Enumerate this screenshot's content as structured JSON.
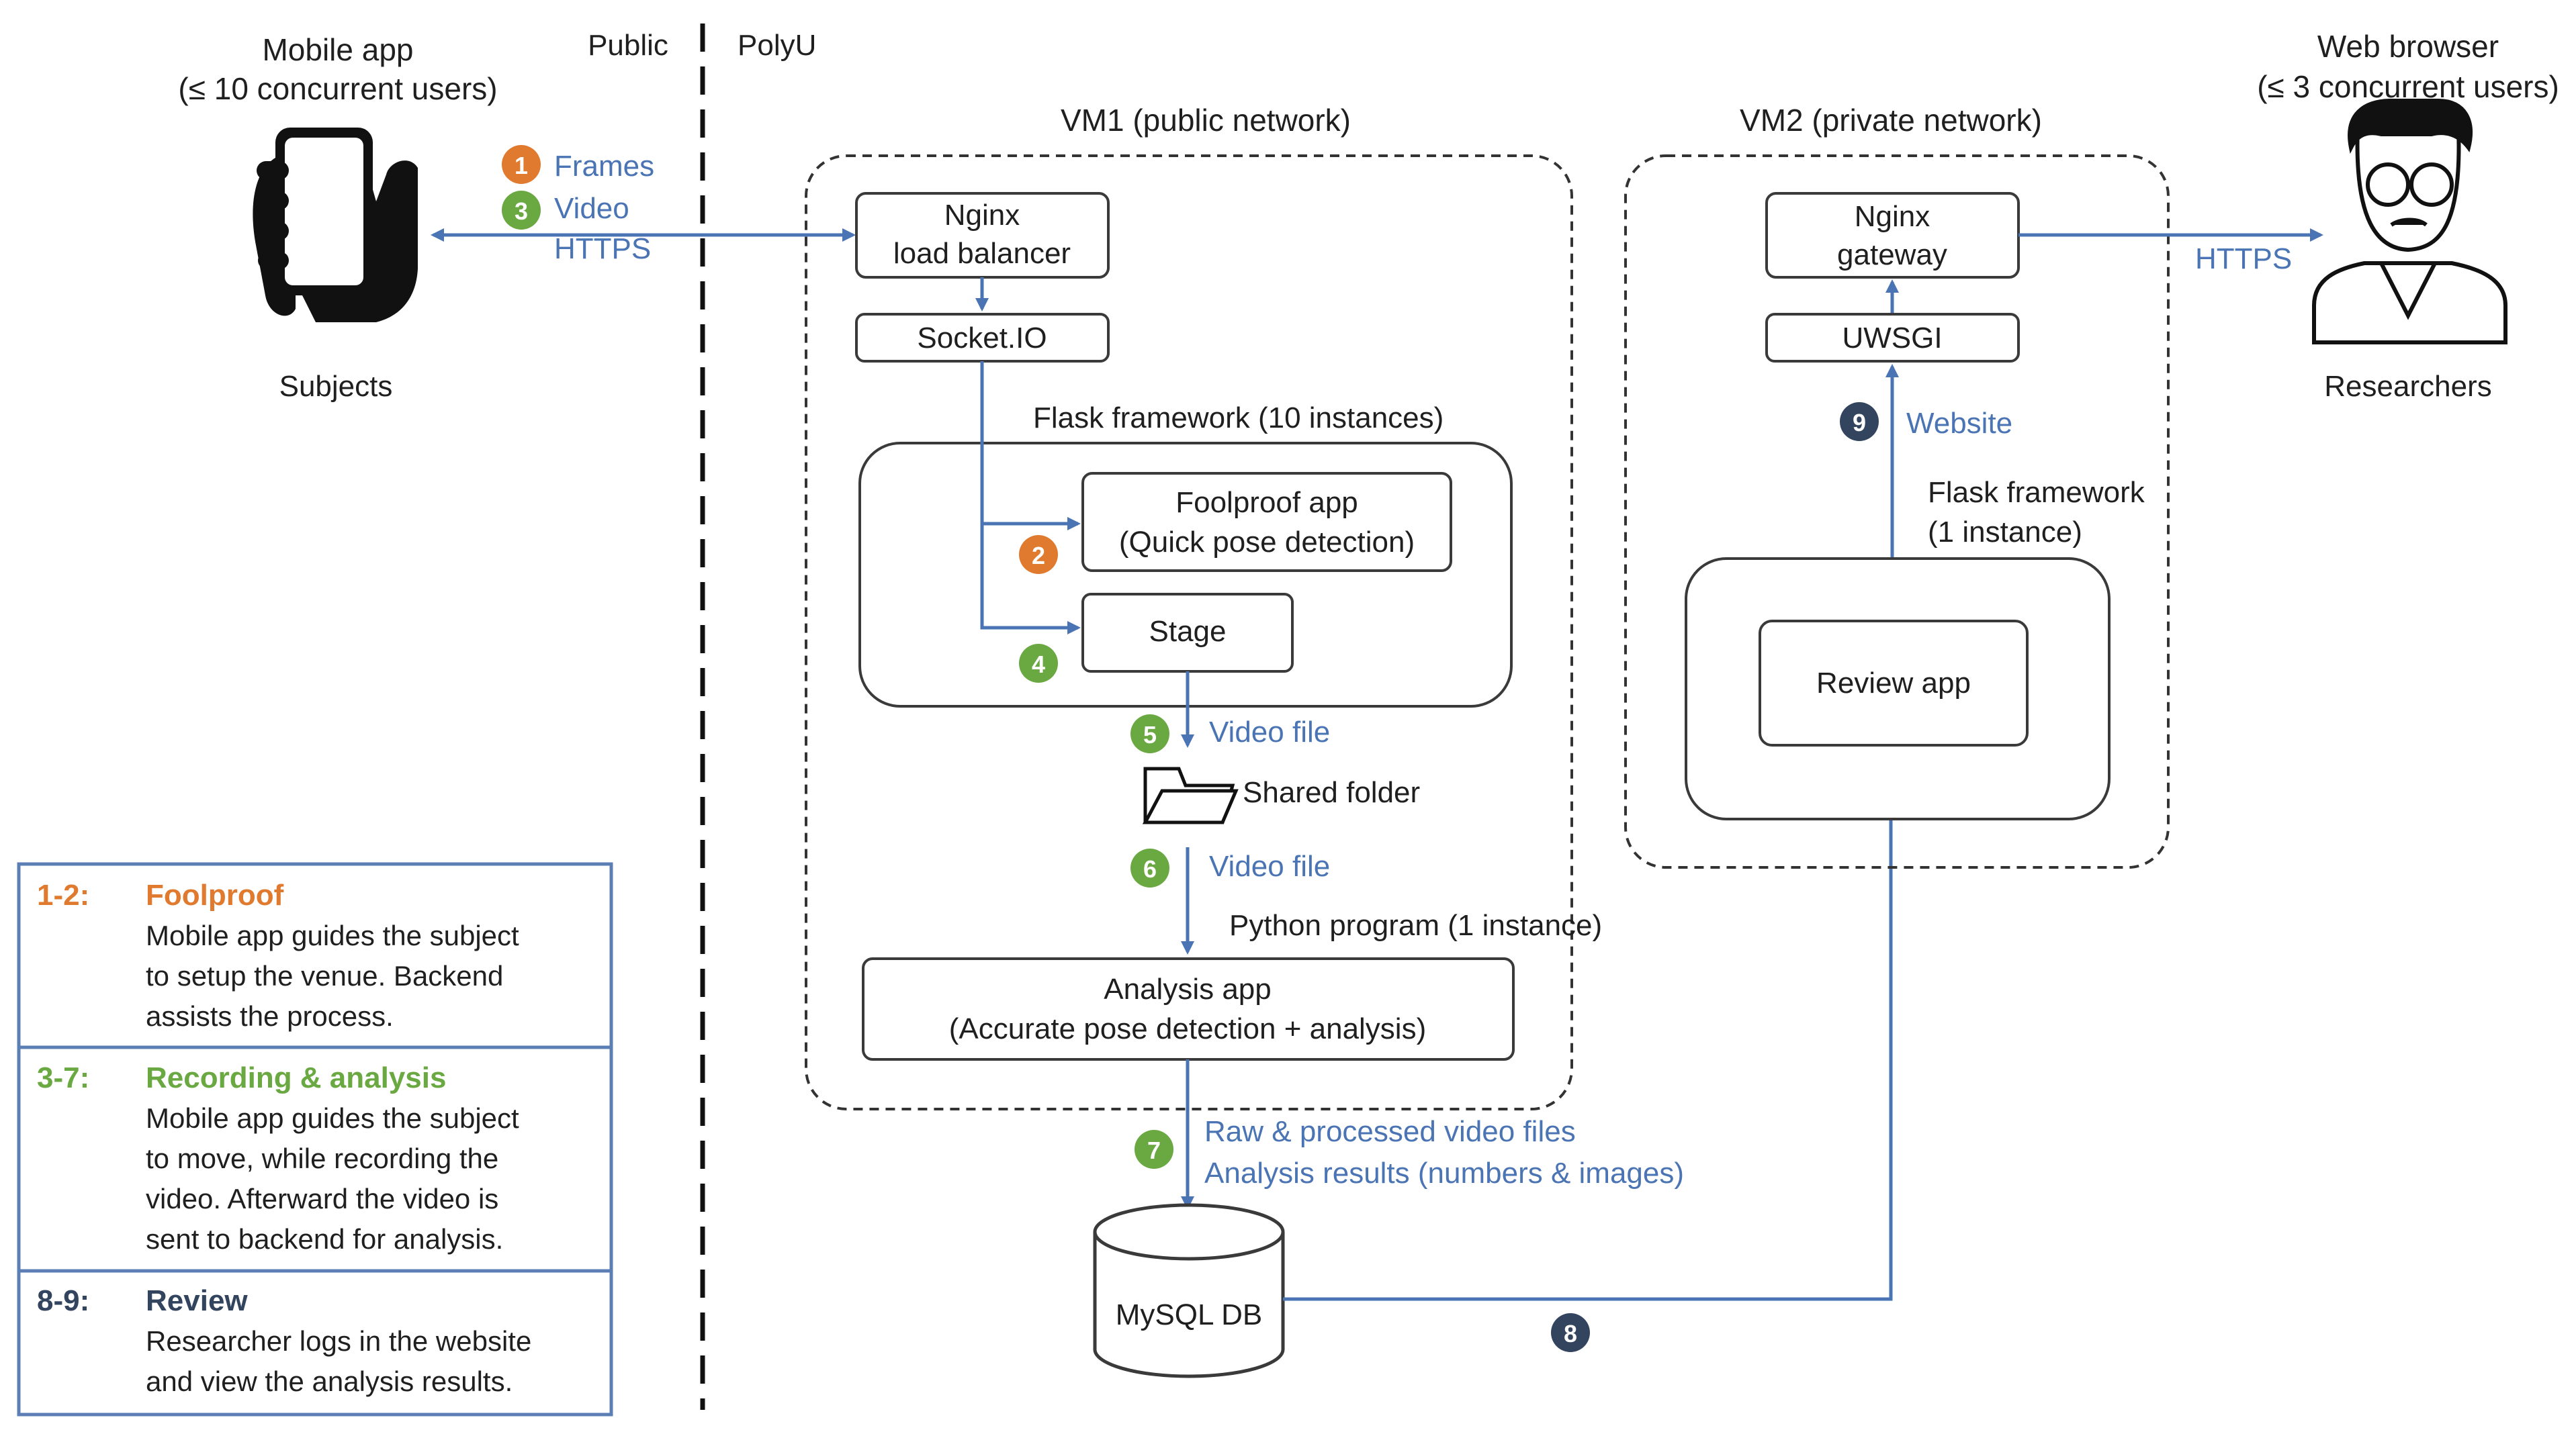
{
  "header": {
    "public_label": "Public",
    "polyu_label": "PolyU"
  },
  "mobile": {
    "title": "Mobile app",
    "subtitle": "(≤ 10 concurrent users)",
    "caption": "Subjects"
  },
  "browser": {
    "title": "Web browser",
    "subtitle": "(≤ 3 concurrent users)",
    "caption": "Researchers"
  },
  "links": {
    "frames": "Frames",
    "video": "Video",
    "https_left": "HTTPS",
    "https_right": "HTTPS",
    "website": "Website",
    "video_file_1": "Video file",
    "video_file_2": "Video file",
    "db_write_1": "Raw & processed video files",
    "db_write_2": "Analysis results (numbers & images)"
  },
  "steps": {
    "s1": "1",
    "s2": "2",
    "s3": "3",
    "s4": "4",
    "s5": "5",
    "s6": "6",
    "s7": "7",
    "s8": "8",
    "s9": "9"
  },
  "vm1": {
    "title": "VM1 (public network)",
    "nginx_1": "Nginx",
    "nginx_2": "load balancer",
    "socketio": "Socket.IO",
    "flask_label": "Flask framework  (10 instances)",
    "foolproof_1": "Foolproof  app",
    "foolproof_2": "(Quick pose detection)",
    "stage": "Stage",
    "shared_folder": "Shared folder",
    "python_label": "Python  program  (1 instance)",
    "analysis_1": "Analysis app",
    "analysis_2": "(Accurate pose detection + analysis)"
  },
  "vm2": {
    "title": "VM2 (private network)",
    "nginx_1": "Nginx",
    "nginx_2": "gateway",
    "uwsgi": "UWSGI",
    "flask_label_1": "Flask framework",
    "flask_label_2": "(1 instance)",
    "review": "Review app"
  },
  "db": {
    "label": "MySQL DB"
  },
  "legend": {
    "r1_range": "1-2:",
    "r1_title": "Foolproof",
    "r1_l1": "Mobile app guides the subject",
    "r1_l2": "to setup the venue.  Backend",
    "r1_l3": "assists the process.",
    "r2_range": "3-7:",
    "r2_title": "Recording & analysis",
    "r2_l1": "Mobile app guides the subject",
    "r2_l2": "to move,  while recording the",
    "r2_l3": "video.  Afterward  the video is",
    "r2_l4": "sent to backend for analysis.",
    "r3_range": "8-9:",
    "r3_title": "Review",
    "r3_l1": "Researcher logs in the website",
    "r3_l2": "and view the analysis results."
  },
  "colors": {
    "orange": "#e07a2e",
    "green": "#6aa842",
    "navy": "#33445e",
    "arrow_blue": "#4a74b3",
    "legend_border": "#5b7fb5"
  }
}
